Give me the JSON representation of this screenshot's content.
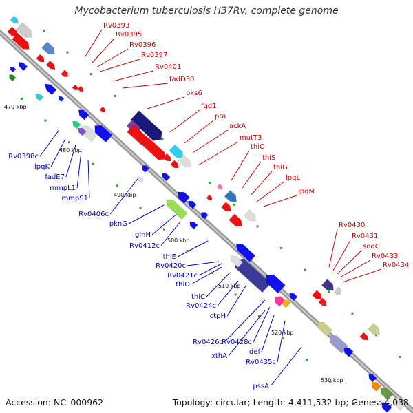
{
  "title": "Mycobacterium tuberculosis H37Rv, complete genome",
  "footer": {
    "accession_label": "Accession:",
    "accession": "NC_000962",
    "topology_text": "Topology: circular; Length: 4,411,532 bp; Genes: 4,038"
  },
  "colors": {
    "forward_label": "#d40000",
    "reverse_label": "#0000cc",
    "backbone": "#999999",
    "forward_gene": "#ee1111",
    "reverse_gene": "#1111ee"
  },
  "ticks": [
    "470 kbp",
    "480 kbp",
    "490 kbp",
    "500 kbp",
    "510 kbp",
    "520 kbp",
    "530 kbp"
  ],
  "forward_labels": [
    "Rv0393",
    "Rv0395",
    "Rv0396",
    "Rv0397",
    "Rv0401",
    "fadD30",
    "pks6",
    "fgd1",
    "pta",
    "ackA",
    "mutT3",
    "thiO",
    "thiS",
    "thiG",
    "lpqL",
    "lpqM",
    "Rv0430",
    "Rv0431",
    "sodC",
    "Rv0433",
    "Rv0434"
  ],
  "reverse_labels": [
    "Rv0398c",
    "lpqK",
    "fadE7",
    "mmpL1",
    "mmpS1",
    "Rv0406c",
    "pknG",
    "glnH",
    "Rv0412c",
    "thiE",
    "Rv0420c",
    "Rv0421c",
    "thiD",
    "thiC",
    "Rv0424c",
    "ctpH",
    "Rv0426c",
    "Rv0428c",
    "xthA",
    "def",
    "Rv0435c",
    "pssA"
  ]
}
